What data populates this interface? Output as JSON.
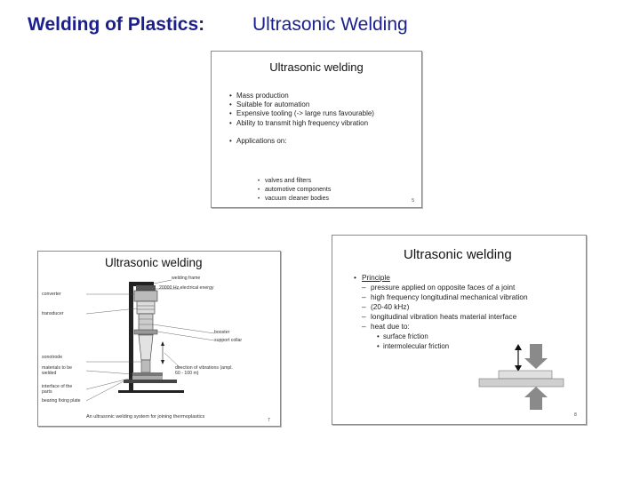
{
  "header": {
    "main": "Welding of Plastics:",
    "sub": "Ultrasonic Welding"
  },
  "slide1": {
    "title": "Ultrasonic welding",
    "bullets": [
      "Mass production",
      "Suitable for automation",
      "Expensive tooling (-> large runs favourable)",
      "Ability to transmit high frequency vibration"
    ],
    "applications": "Applications on:",
    "sub": [
      "valves and filters",
      "automotive components",
      "vacuum cleaner bodies"
    ],
    "page": "5"
  },
  "slide2": {
    "title": "Ultrasonic welding",
    "labels": {
      "frame": "welding frame",
      "power": "20000 Hz electrical energy",
      "generator": "converter",
      "transducer": "transducer",
      "booster": "booster",
      "collar": "support collar",
      "horn": "sonotrode",
      "material": "materials to be welded",
      "interface": "interface of the parts",
      "fixture": "bearing fixing plate",
      "direction": "direction of vibrations (ampl. 60 - 100 m)"
    },
    "caption": "An ultrasonic welding system for joining thermoplastics",
    "page": "7"
  },
  "slide3": {
    "title": "Ultrasonic welding",
    "principle": "Principle",
    "items": [
      "pressure applied on opposite faces of a joint",
      "high frequency longitudinal mechanical vibration",
      "(20-40 kHz)",
      "longitudinal vibration heats material interface",
      "heat due to:"
    ],
    "sub": [
      "surface friction",
      "intermolecular friction"
    ],
    "page": "8"
  }
}
